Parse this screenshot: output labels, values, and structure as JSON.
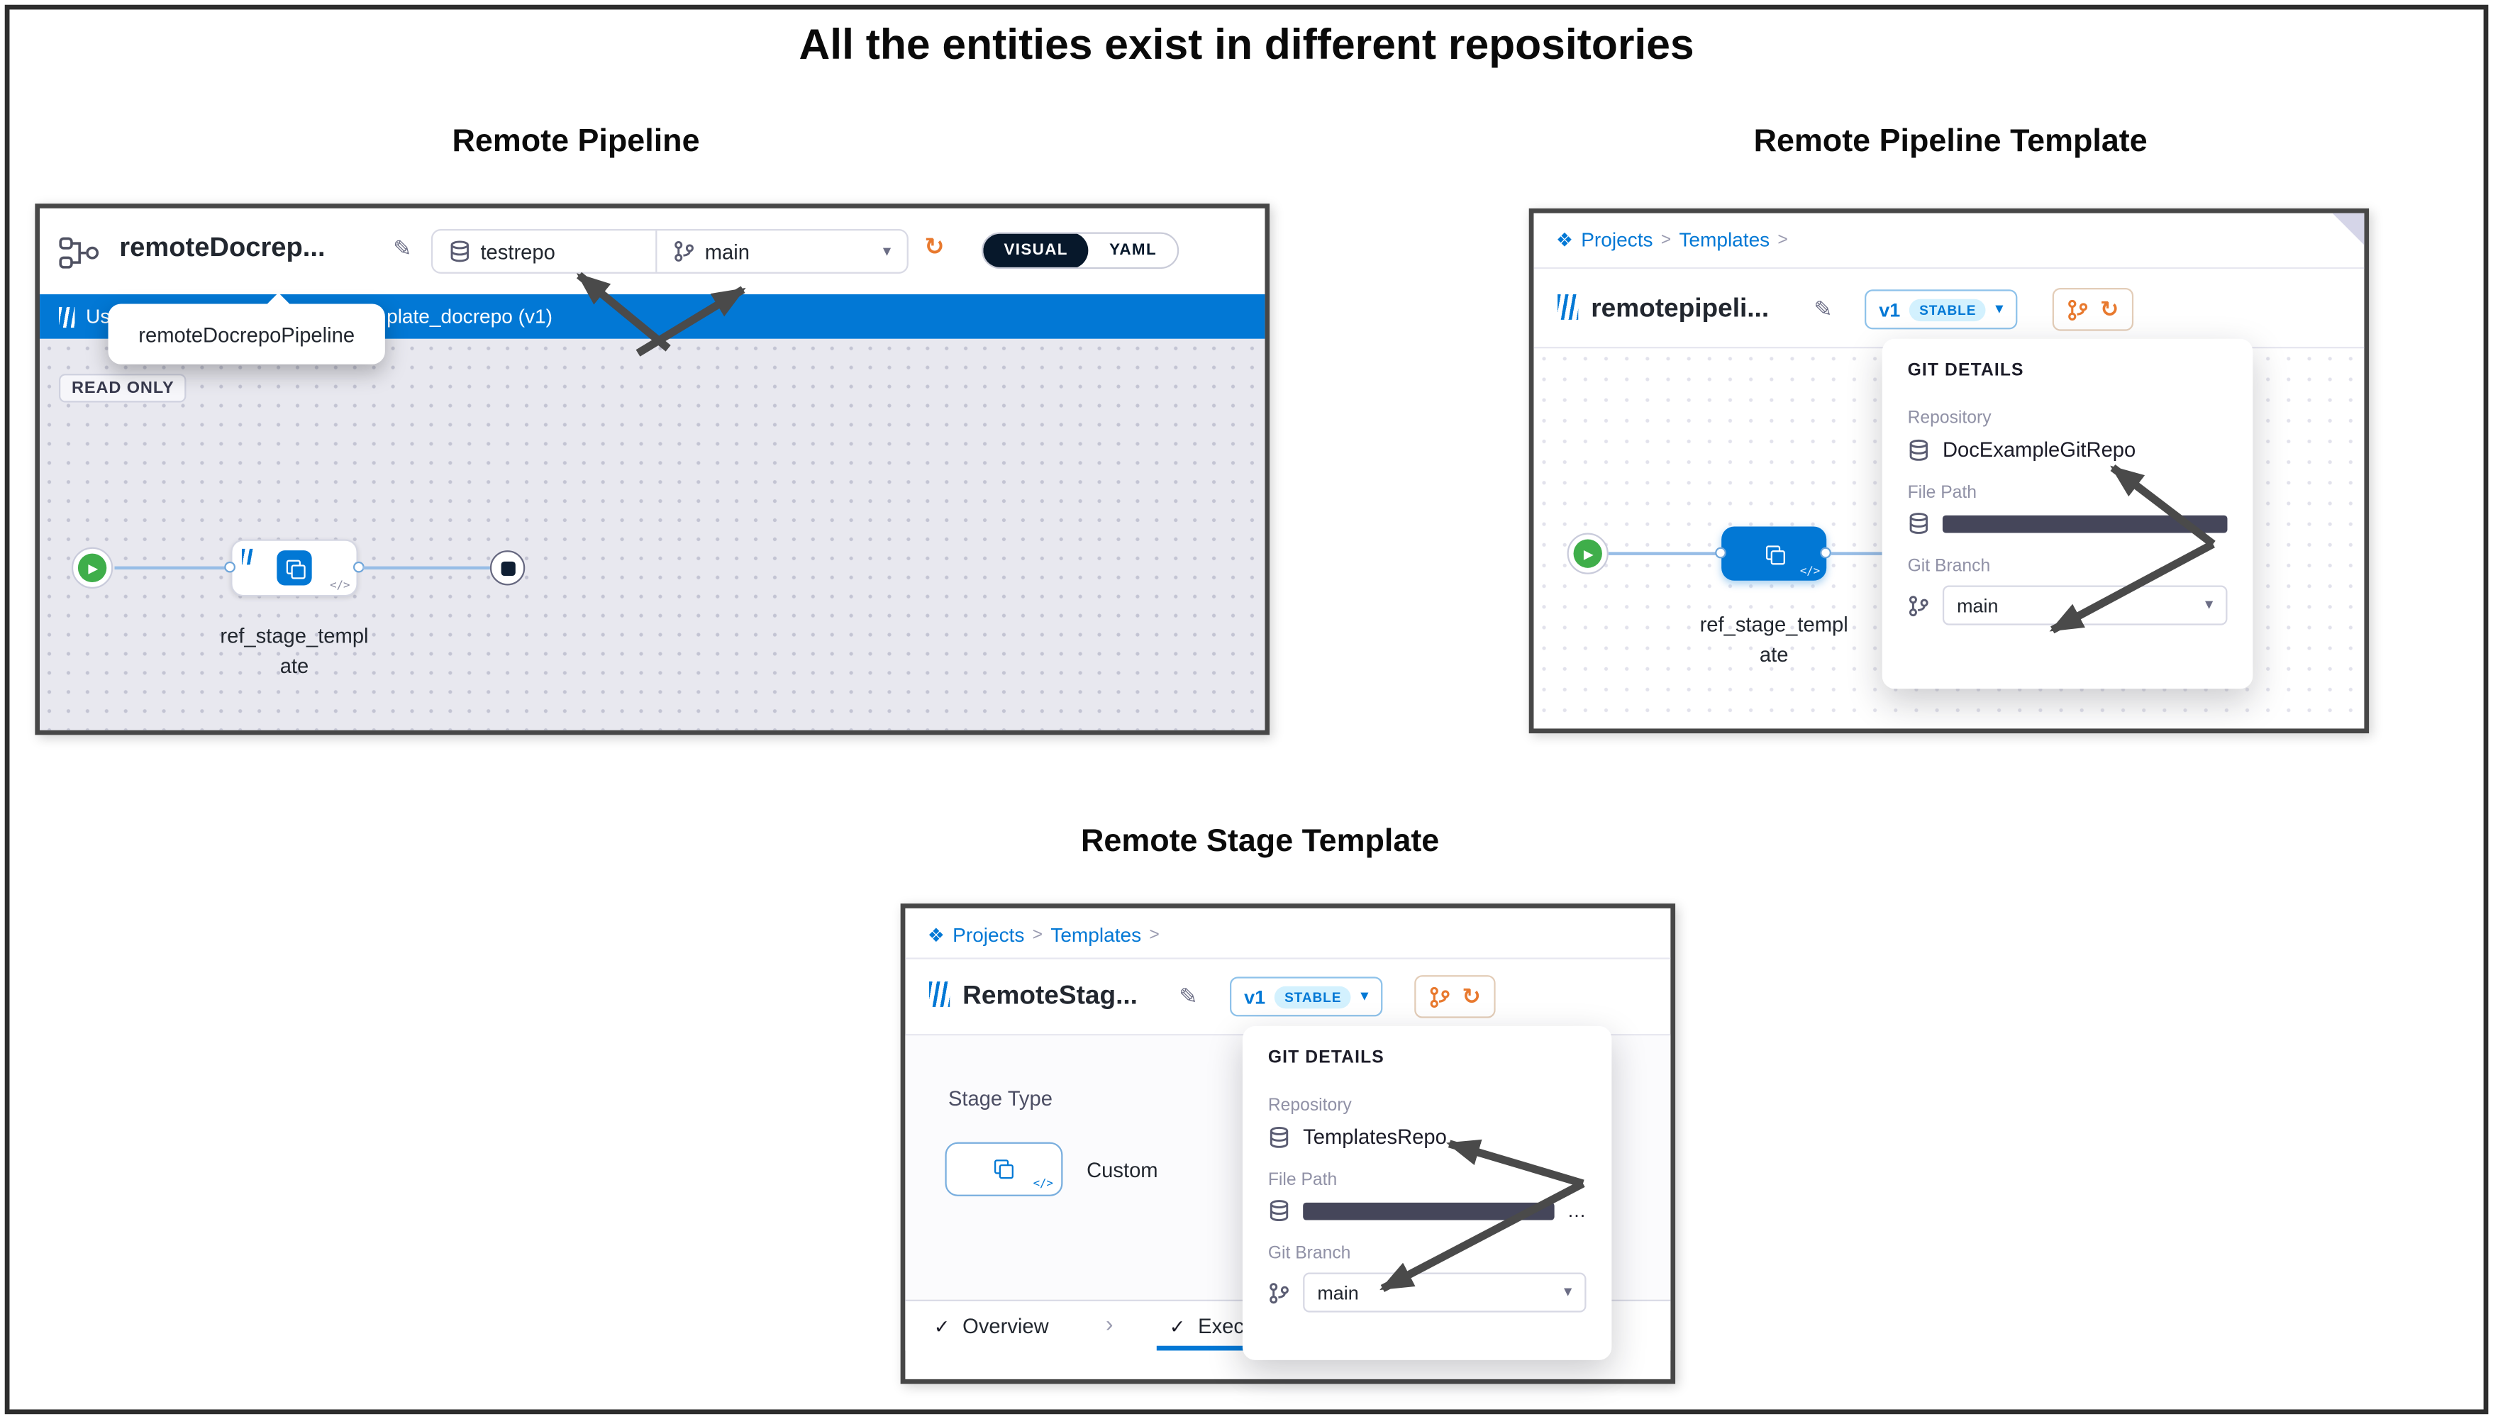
{
  "figure": {
    "title": "All the entities exist in different repositories"
  },
  "icons": {
    "pencil": "✎",
    "chevron_down": "▾",
    "refresh": "↻",
    "projects_glyph": "❖",
    "breadcrumb_separator": ">",
    "check": "✓",
    "tab_separator": "›",
    "play": "▶",
    "code_glyph": "</>",
    "ellipsis": "…"
  },
  "remote_pipeline": {
    "heading": "Remote Pipeline",
    "pipeline_name": "remoteDocrep...",
    "repo_name": "testrepo",
    "branch_name": "main",
    "visual_toggle": "VISUAL",
    "yaml_toggle": "YAML",
    "template_banner_prefix": "Us",
    "template_banner_suffix": "plate_docrepo (v1)",
    "tooltip_text": "remoteDocrepoPipeline",
    "read_only_badge": "READ ONLY",
    "stage_label_line1": "ref_stage_templ",
    "stage_label_line2": "ate"
  },
  "remote_pipeline_template": {
    "heading": "Remote Pipeline Template",
    "breadcrumb_projects": "Projects",
    "breadcrumb_templates": "Templates",
    "template_name": "remotepipeli...",
    "version_label": "v1",
    "stable_badge": "STABLE",
    "stage_label_line1": "ref_stage_templ",
    "stage_label_line2": "ate",
    "git_details": {
      "title": "GIT DETAILS",
      "repository_label": "Repository",
      "repository_value": "DocExampleGitRepo",
      "file_path_label": "File Path",
      "git_branch_label": "Git Branch",
      "branch_value": "main"
    }
  },
  "remote_stage_template": {
    "heading": "Remote Stage Template",
    "breadcrumb_projects": "Projects",
    "breadcrumb_templates": "Templates",
    "template_name": "RemoteStag...",
    "version_label": "v1",
    "stable_badge": "STABLE",
    "stage_type_label": "Stage Type",
    "stage_type_value": "Custom",
    "tab_overview": "Overview",
    "tab_execution": "Exec",
    "git_details": {
      "title": "GIT DETAILS",
      "repository_label": "Repository",
      "repository_value": "TemplatesRepo",
      "file_path_label": "File Path",
      "git_branch_label": "Git Branch",
      "branch_value": "main"
    }
  },
  "colors": {
    "accent_blue": "#0278d5",
    "banner_blue": "#0278d5",
    "success_green": "#3fae4a",
    "arrow_gray": "#4a4a4a",
    "stable_badge_bg": "#d3f1fe",
    "visual_toggle_bg": "#07182b"
  }
}
